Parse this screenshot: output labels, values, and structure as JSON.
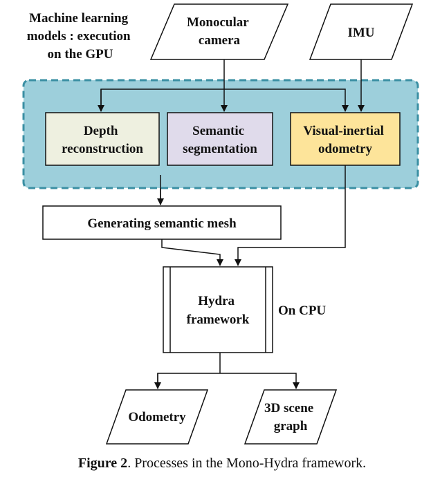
{
  "gpu_note": {
    "line1": "Machine learning",
    "line2": "models : execution",
    "line3": "on the GPU"
  },
  "inputs": {
    "camera": {
      "line1": "Monocular",
      "line2": "camera"
    },
    "imu": {
      "line1": "IMU"
    }
  },
  "gpu_modules": {
    "depth": {
      "line1": "Depth",
      "line2": "reconstruction"
    },
    "semantic": {
      "line1": "Semantic",
      "line2": "segmentation"
    },
    "vio": {
      "line1": "Visual-inertial",
      "line2": "odometry"
    }
  },
  "mesh": {
    "label": "Generating semantic mesh"
  },
  "hydra": {
    "line1": "Hydra",
    "line2": "framework"
  },
  "cpu_note": {
    "label": "On CPU"
  },
  "outputs": {
    "odometry": {
      "line1": "Odometry"
    },
    "scene_graph": {
      "line1": "3D scene",
      "line2": "graph"
    }
  },
  "caption": {
    "bold": "Figure 2",
    "text": ". Processes in the Mono-Hydra framework."
  },
  "colors": {
    "gpu_region": "#9dcfdb",
    "gpu_region_border": "#3a8fa3",
    "depth_fill": "#eef0e0",
    "semantic_fill": "#e0dbeb",
    "vio_fill": "#fde49a"
  }
}
